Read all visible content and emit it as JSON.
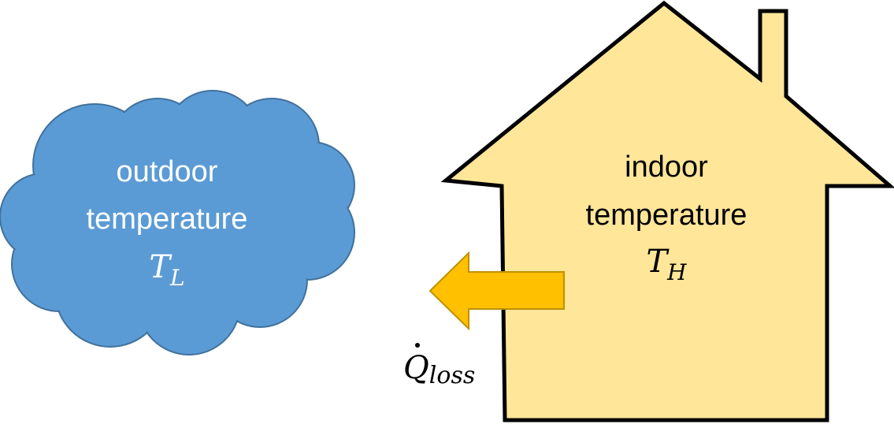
{
  "outdoor": {
    "label_line1": "outdoor",
    "label_line2": "temperature",
    "symbol_main": "T",
    "symbol_sub": "L",
    "fill_color": "#5B9BD5",
    "stroke_color": "#41719C",
    "text_color": "#FFFFFF"
  },
  "indoor": {
    "label_line1": "indoor",
    "label_line2": "temperature",
    "symbol_main": "T",
    "symbol_sub": "H",
    "fill_color": "#FFE699",
    "stroke_color": "#000000",
    "text_color": "#000000"
  },
  "heat_loss": {
    "symbol_main": "Q",
    "symbol_sub": "loss",
    "arrow_color": "#FFC000",
    "arrow_stroke": "#BF9000"
  }
}
